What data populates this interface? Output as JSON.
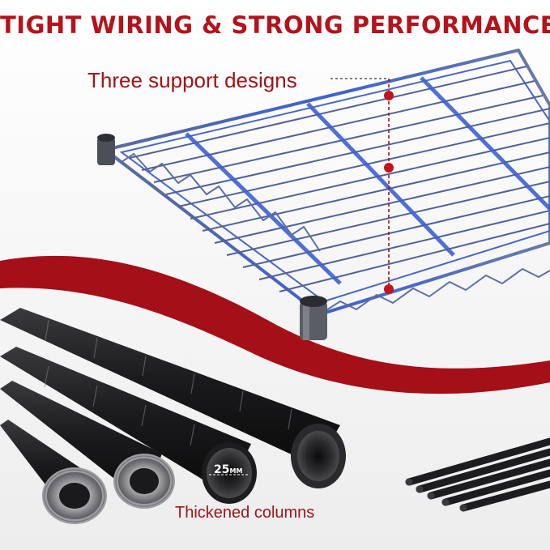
{
  "headline": "TIGHT WIRING & STRONG PERFORMANCE",
  "callouts": {
    "support": "Three support designs",
    "columns": "Thickened columns"
  },
  "dimension": {
    "value": "25",
    "unit": "MM"
  },
  "colors": {
    "brand_red": "#b5121b",
    "shelf_blue": "#3a5fc0",
    "column_black": "#1c1c1e",
    "thread_silver": "#c9c9cc"
  }
}
